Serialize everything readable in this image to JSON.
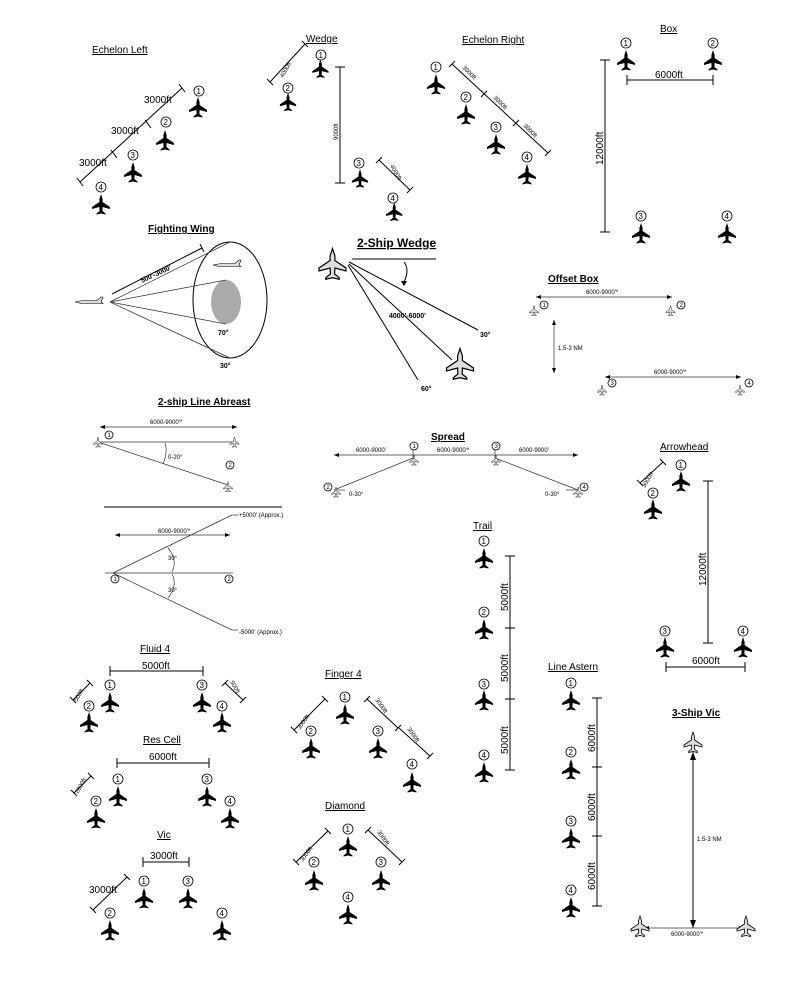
{
  "echelon_left": {
    "title": "Echelon Left",
    "labels": [
      "3000ft",
      "3000ft",
      "3000ft"
    ],
    "numbers": [
      "1",
      "2",
      "3",
      "4"
    ]
  },
  "wedge": {
    "title": "Wedge",
    "labels": [
      "4000ft",
      "9000ft",
      "4000ft"
    ],
    "numbers": [
      "1",
      "2",
      "3",
      "4"
    ]
  },
  "echelon_right": {
    "title": "Echelon Right",
    "labels": [
      "3000ft",
      "3000ft",
      "3000ft"
    ],
    "numbers": [
      "1",
      "2",
      "3",
      "4"
    ]
  },
  "box": {
    "title": "Box",
    "labels": [
      "6000ft",
      "12000ft"
    ],
    "numbers": [
      "1",
      "2",
      "3",
      "4"
    ]
  },
  "fighting_wing": {
    "title": "Fighting Wing",
    "labels": [
      "500'-3000'",
      "70°",
      "30°"
    ]
  },
  "two_ship_wedge": {
    "title": "2-Ship Wedge",
    "labels": [
      "4000'-6000'",
      "30°",
      "60°"
    ]
  },
  "offset_box": {
    "title": "Offset Box",
    "labels": [
      "6000-9000'*",
      "1.5-3 NM",
      "6000-9000'*"
    ],
    "numbers": [
      "1",
      "2",
      "3",
      "4"
    ]
  },
  "line_abreast": {
    "title": "2-ship Line Abreast",
    "labels": [
      "6000-9000'*",
      "0-20°",
      "6000-9000'*",
      "+5000' (Approx.)",
      "30°",
      "30°",
      "-5000' (Approx.)"
    ],
    "numbers": [
      "1",
      "2",
      "1",
      "2"
    ]
  },
  "spread": {
    "title": "Spread",
    "labels": [
      "6000-9000'",
      "6000-9000'*",
      "6000-9000'",
      "0-30°",
      "0-30°"
    ],
    "numbers": [
      "2",
      "1",
      "3",
      "4"
    ]
  },
  "arrowhead": {
    "title": "Arrowhead",
    "labels": [
      "3000ft",
      "12000ft",
      "6000ft"
    ],
    "numbers": [
      "1",
      "2",
      "3",
      "4"
    ]
  },
  "trail": {
    "title": "Trail",
    "labels": [
      "5000ft",
      "5000ft",
      "5000ft"
    ],
    "numbers": [
      "1",
      "2",
      "3",
      "4"
    ]
  },
  "fluid4": {
    "title": "Fluid 4",
    "labels": [
      "5000ft",
      "500ft",
      "500ft"
    ],
    "numbers": [
      "1",
      "2",
      "3",
      "4"
    ]
  },
  "finger4": {
    "title": "Finger 4",
    "labels": [
      "3000ft",
      "3000ft",
      "3000ft"
    ],
    "numbers": [
      "1",
      "2",
      "3",
      "4"
    ]
  },
  "line_astern": {
    "title": "Line Astern",
    "labels": [
      "6000ft",
      "6000ft",
      "6000ft"
    ],
    "numbers": [
      "1",
      "2",
      "3",
      "4"
    ]
  },
  "res_cell": {
    "title": "Res Cell",
    "labels": [
      "6000ft",
      "2000ft"
    ],
    "numbers": [
      "1",
      "2",
      "3",
      "4"
    ]
  },
  "three_ship_vic": {
    "title": "3-Ship Vic",
    "labels": [
      "1.5-3 NM",
      "6000-9000'*"
    ]
  },
  "diamond": {
    "title": "Diamond",
    "labels": [
      "3000ft",
      "3000ft"
    ],
    "numbers": [
      "1",
      "2",
      "3",
      "4"
    ]
  },
  "vic": {
    "title": "Vic",
    "labels": [
      "3000ft",
      "3000ft"
    ],
    "numbers": [
      "1",
      "2",
      "3",
      "4"
    ]
  }
}
